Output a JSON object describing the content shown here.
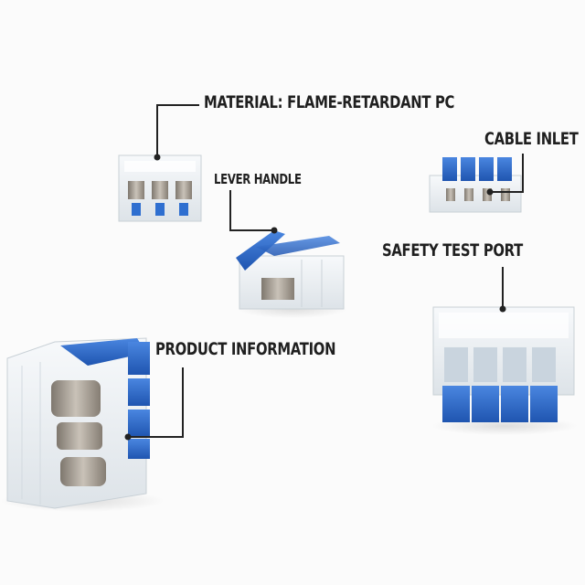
{
  "callouts": {
    "material": "MATERIAL: FLAME-RETARDANT PC",
    "lever_handle": "LEVER HANDLE",
    "cable_inlet": "CABLE INLET",
    "safety_test_port": "SAFETY TEST PORT",
    "product_information": "PRODUCT INFORMATION"
  },
  "colors": {
    "background": "#fbfbfb",
    "lever_blue": "#2f6fd0",
    "label_text": "#1f1f1f",
    "leader_line": "#222222",
    "clear_housing": "#eef2f5",
    "metal_contact": "#a8a095"
  }
}
